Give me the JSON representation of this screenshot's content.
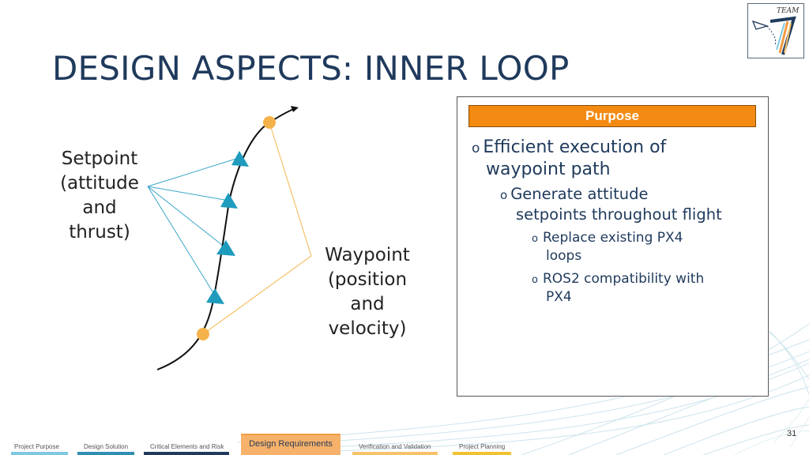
{
  "slide": {
    "title": "DESIGN ASPECTS: INNER LOOP",
    "page_number": "31",
    "logo_text": "TEAM"
  },
  "diagram": {
    "setpoint_label": [
      "Setpoint",
      "(attitude",
      "and",
      "thrust)"
    ],
    "waypoint_label": [
      "Waypoint",
      "(position",
      "and",
      "velocity)"
    ],
    "colors": {
      "path": "#111111",
      "setpoint_lines": "#3aa6c9",
      "triangles": "#1e9bbd",
      "waypoint_lines": "#f5c067",
      "waypoint_dots": "#f5b24a"
    }
  },
  "purpose": {
    "header": "Purpose",
    "bullets": [
      {
        "marker": "o",
        "lines": [
          "Efficient execution of",
          "waypoint path"
        ]
      },
      {
        "marker": "o",
        "lines": [
          "Generate attitude",
          "setpoints throughout flight"
        ]
      },
      {
        "marker": "o",
        "lines": [
          "Replace existing PX4",
          "loops"
        ]
      },
      {
        "marker": "o",
        "lines": [
          "ROS2 compatibility with",
          "PX4"
        ]
      }
    ]
  },
  "nav": {
    "items": [
      "Project Purpose",
      "Design Solution",
      "Critical Elements and Risk",
      "Design Requirements",
      "Verification and Validation",
      "Project Planning"
    ],
    "active": "Design Requirements",
    "bar_colors": [
      "#7fc8e0",
      "#2e8fb0",
      "#1f3a5c",
      "#f39c44",
      "#f6c36b",
      "#f1c232"
    ]
  }
}
